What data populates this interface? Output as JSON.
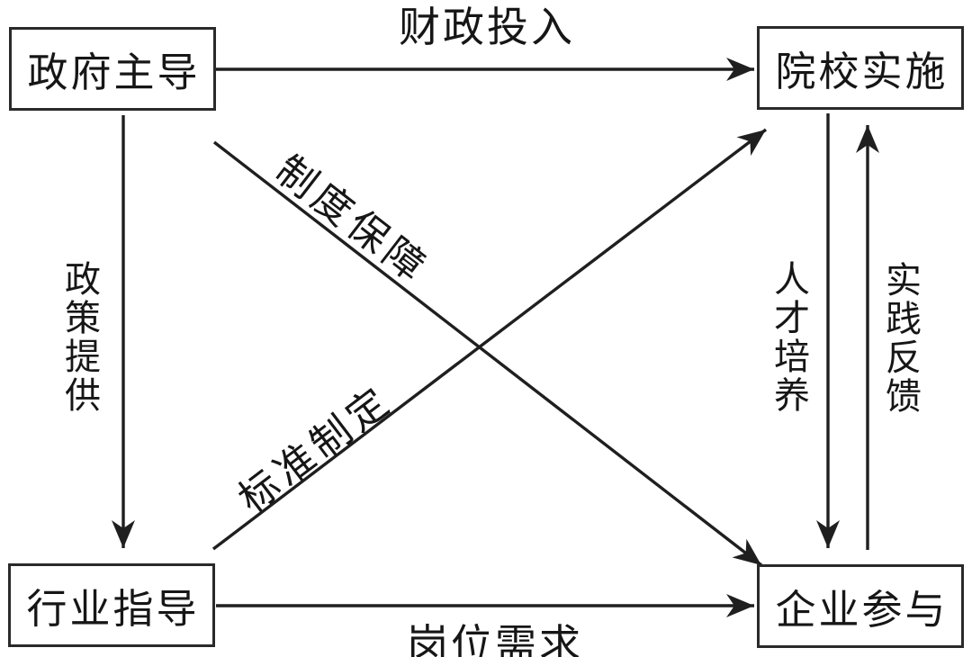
{
  "diagram": {
    "colors": {
      "background": "#ffffff",
      "line": "#1f1f1f",
      "text": "#161616"
    },
    "nodes": [
      {
        "id": "government",
        "label": "政府主导",
        "position": "top-left"
      },
      {
        "id": "institution",
        "label": "院校实施",
        "position": "top-right"
      },
      {
        "id": "industry",
        "label": "行业指导",
        "position": "bottom-left"
      },
      {
        "id": "enterprise",
        "label": "企业参与",
        "position": "bottom-right"
      }
    ],
    "edges": [
      {
        "id": "financial-input",
        "label": "财政投入",
        "from": "government",
        "to": "institution",
        "direction": "left-to-right"
      },
      {
        "id": "policy-provision",
        "label": "政策提供",
        "from": "government",
        "to": "industry",
        "direction": "top-to-bottom"
      },
      {
        "id": "system-guarantee",
        "label": "制度保障",
        "from": "government",
        "to": "enterprise",
        "direction": "diagonal-down"
      },
      {
        "id": "standard-setting",
        "label": "标准制定",
        "from": "industry",
        "to": "institution",
        "direction": "diagonal-up"
      },
      {
        "id": "talent-cultivation",
        "label": "人才培养",
        "from": "institution",
        "to": "enterprise",
        "direction": "top-to-bottom"
      },
      {
        "id": "practice-feedback",
        "label": "实践反馈",
        "from": "enterprise",
        "to": "institution",
        "direction": "bottom-to-top"
      },
      {
        "id": "job-demand",
        "label": "岗位需求",
        "from": "industry",
        "to": "enterprise",
        "direction": "left-to-right"
      }
    ]
  }
}
